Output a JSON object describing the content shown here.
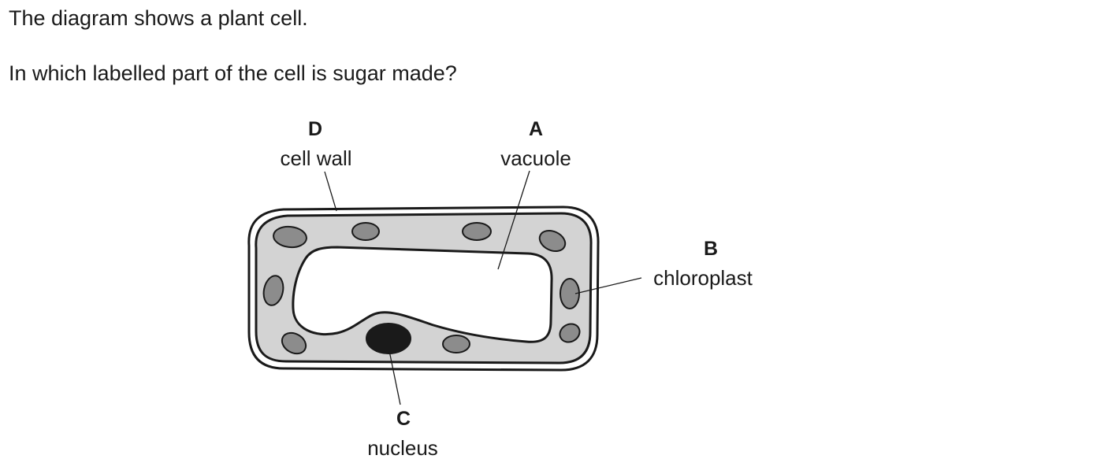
{
  "question": {
    "line1": "The diagram shows a plant cell.",
    "line2": "In which labelled part of the cell is sugar made?"
  },
  "labels": {
    "A": {
      "letter": "A",
      "name": "vacuole"
    },
    "B": {
      "letter": "B",
      "name": "chloroplast"
    },
    "C": {
      "letter": "C",
      "name": "nucleus"
    },
    "D": {
      "letter": "D",
      "name": "cell wall"
    }
  },
  "colors": {
    "cytoplasm": "#d3d3d3",
    "chloroplast": "#8c8c8c",
    "nucleus": "#1a1a1a",
    "outline": "#1a1a1a"
  }
}
